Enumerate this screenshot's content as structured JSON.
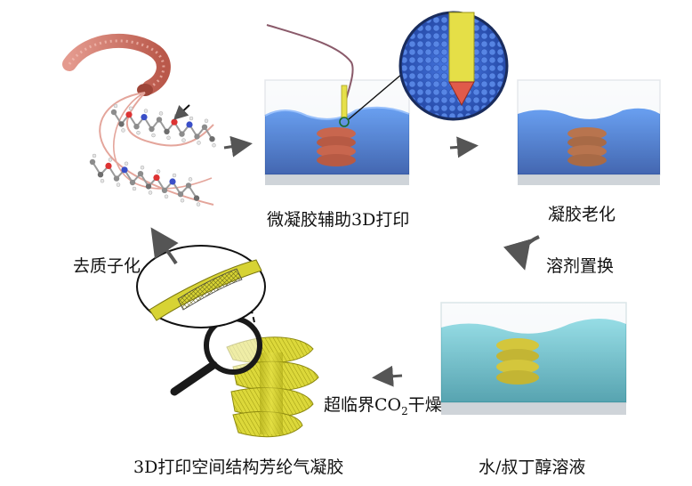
{
  "labels": {
    "micro_gel_print": "微凝胶辅助3D打印",
    "gel_aging": "凝胶老化",
    "solvent_exchange": "溶剂置换",
    "solvent": "水/叔丁醇溶液",
    "co2_drying_prefix": "超临界CO",
    "co2_drying_sub": "2",
    "co2_drying_suffix": "干燥",
    "product": "3D打印空间结构芳纶气凝胶",
    "deprotonation": "去质子化"
  },
  "colors": {
    "gel_blue": "#1f5fd6",
    "solvent_cyan": "#3ab7c6",
    "fiber_pink": "#d9867a",
    "aerogel_yellow": "#d8d430",
    "print_helix": "#c96a4e"
  },
  "icons": [
    "molecule-chain",
    "printing-nozzle",
    "magnifier-icon",
    "cycle-arrow"
  ]
}
